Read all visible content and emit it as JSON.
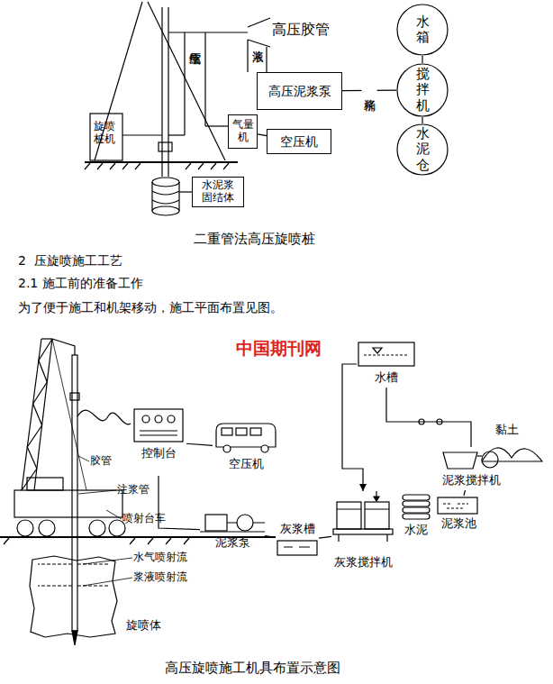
{
  "diagram": {
    "caption": "高压旋喷施工机具布置示意图",
    "nodes": [
      {
        "text": [
          "高压泥浆泵"
        ]
      },
      {
        "text": [
          "气量机"
        ]
      },
      {
        "text": [
          "空压机"
        ]
      },
      {
        "text": [
          "水箱"
        ]
      },
      {
        "text": [
          "搅拌机"
        ]
      },
      {
        "text": [
          "水泥仓"
        ]
      },
      {
        "text": [
          "水泥浆固结体"
        ]
      },
      {
        "text": [
          "控制台"
        ]
      },
      {
        "text": [
          "空压机"
        ]
      },
      {
        "text": [
          "泥浆泵"
        ]
      },
      {
        "text": [
          "灰浆槽"
        ]
      },
      {
        "text": [
          "灰浆搅拌机"
        ]
      },
      {
        "text": [
          "水泥"
        ]
      },
      {
        "text": [
          "泥浆池"
        ]
      },
      {
        "text": [
          "泥浆搅拌机"
        ]
      },
      {
        "text": [
          "水槽"
        ]
      },
      {
        "text": [
          "旋喷体"
        ]
      }
    ],
    "edges": [
      {
        "from": 0,
        "to": 4,
        "label": "浆桶",
        "arrow": "none"
      },
      {
        "from": 3,
        "to": 4,
        "arrow": "none"
      },
      {
        "from": 4,
        "to": 5,
        "arrow": "none"
      },
      {
        "from": 1,
        "to": 2,
        "arrow": "none"
      },
      {
        "from": 7,
        "to": 8,
        "arrow": "none"
      },
      {
        "from": 9,
        "to": 7,
        "arrow": "none"
      },
      {
        "from": 9,
        "to": 10,
        "arrow": "none"
      },
      {
        "from": 10,
        "to": 11,
        "arrow": "none"
      },
      {
        "from": 13,
        "to": 14,
        "arrow": "none"
      },
      {
        "from": 15,
        "to": 11,
        "arrow": "to"
      },
      {
        "from": 15,
        "to": 14,
        "arrow": "none"
      }
    ],
    "labels": [
      "浆液",
      "压缩空气",
      "高压胶管",
      "旋喷桩机",
      "二重管法高压旋喷桩",
      "2  压旋喷施工工艺",
      "2.1 施工前的准备工作",
      "为了便于施工和机架移动，施工平面布置见图。",
      "中国期刊网",
      "胶管",
      "注浆管",
      "喷射台车",
      "水气喷射流",
      "浆液喷射流",
      "黏土"
    ]
  }
}
